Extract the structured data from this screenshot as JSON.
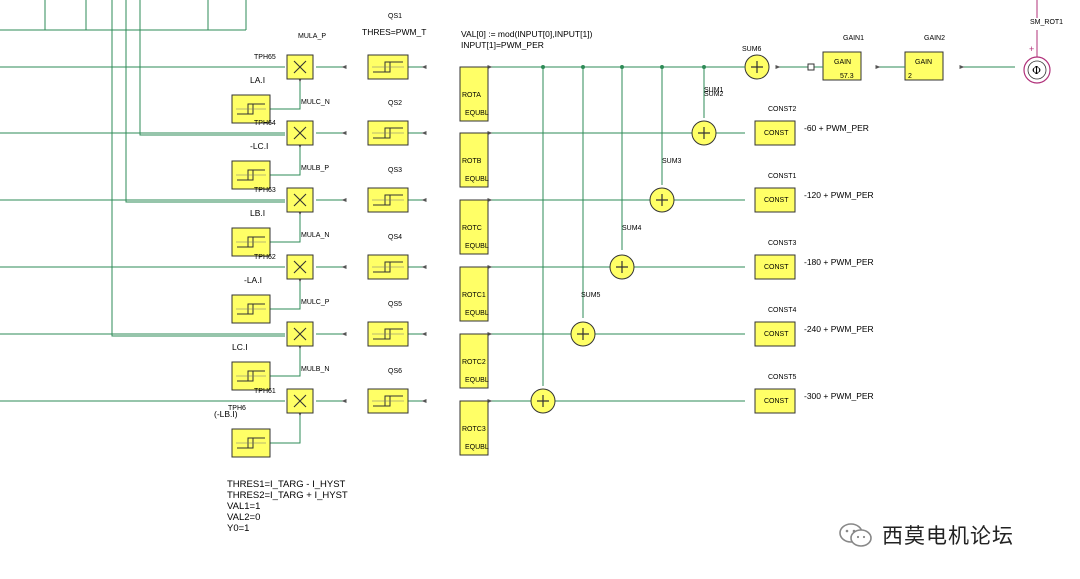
{
  "colors": {
    "wire": "#2e8b57",
    "block_fill": "#ffff66",
    "block_stroke": "#333333",
    "sum_fill": "#ffff66",
    "source_stroke": "#b0307a",
    "background": "#ffffff"
  },
  "header": {
    "qs1_label": "QS1",
    "thres_pwm": "THRES=PWM_T",
    "val_expr": "VAL[0] := mod(INPUT[0],INPUT[1])",
    "input_expr": "INPUT[1]=PWM_PER",
    "sm_rot": "SM_ROT1",
    "gain1": "GAIN1",
    "gain2": "GAIN2",
    "gain_text": "GAIN",
    "gain1_value": "57.3",
    "gain2_value": "2",
    "sum6": "SUM6",
    "sum1": "SUM1"
  },
  "rows": [
    {
      "tph": "TPH65",
      "mul": "MULA_P",
      "qs": "",
      "rot": "ROTA",
      "equbl": "EQUBL",
      "sum": "",
      "const": "",
      "const_text": "",
      "expr": "",
      "fb": "LA.I",
      "mulc": "MULC_N"
    },
    {
      "tph": "TPH64",
      "mul": "",
      "qs": "QS2",
      "rot": "ROTB",
      "equbl": "EQUBL",
      "sum": "SUM2",
      "const": "CONST2",
      "const_text": "CONST",
      "expr": "-60 + PWM_PER",
      "fb": "-LC.I",
      "mulc": "MULB_P"
    },
    {
      "tph": "TPH63",
      "mul": "",
      "qs": "QS3",
      "rot": "ROTC",
      "equbl": "EQUBL",
      "sum": "SUM3",
      "const": "CONST1",
      "const_text": "CONST",
      "expr": "-120 + PWM_PER",
      "fb": "LB.I",
      "mulc": "MULA_N"
    },
    {
      "tph": "TPH62",
      "mul": "",
      "qs": "QS4",
      "rot": "ROTC1",
      "equbl": "EQUBL",
      "sum": "SUM4",
      "const": "CONST3",
      "const_text": "CONST",
      "expr": "-180 + PWM_PER",
      "fb": "-LA.I",
      "mulc": "MULC_P"
    },
    {
      "tph": "",
      "mul": "",
      "qs": "QS5",
      "rot": "ROTC2",
      "equbl": "EQUBL",
      "sum": "SUM5",
      "const": "CONST4",
      "const_text": "CONST",
      "expr": "-240 + PWM_PER",
      "fb": "LC.I",
      "mulc": "MULB_N"
    },
    {
      "tph": "TPH61",
      "mul": "",
      "qs": "QS6",
      "rot": "ROTC3",
      "equbl": "EQUBL",
      "sum": "",
      "const": "CONST5",
      "const_text": "CONST",
      "expr": "-300 + PWM_PER",
      "fb": "(-LB.I)",
      "mulc": ""
    }
  ],
  "extra_labels": {
    "tph6": "TPH6"
  },
  "notes": [
    "THRES1=I_TARG - I_HYST",
    "THRES2=I_TARG + I_HYST",
    "VAL1=1",
    "VAL2=0",
    "Y0=1"
  ],
  "watermark": "西莫电机论坛",
  "icons": {
    "multiplier": "multiply-icon",
    "hysteresis": "hysteresis-icon",
    "sum": "plus-icon",
    "source": "phi-source-icon",
    "watermark": "wechat-icon"
  }
}
